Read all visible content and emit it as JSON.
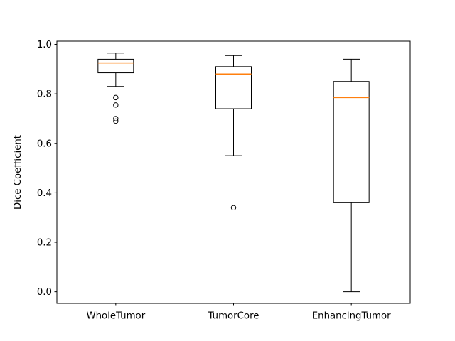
{
  "figure": {
    "background": "#ffffff"
  },
  "chart_data": {
    "type": "boxplot",
    "title": "",
    "xlabel": "",
    "ylabel": "Dice Coefficient",
    "categories": [
      "WholeTumor",
      "TumorCore",
      "EnhancingTumor"
    ],
    "yticks": [
      0.0,
      0.2,
      0.4,
      0.6,
      0.8,
      1.0
    ],
    "ytick_labels": [
      "0.0",
      "0.2",
      "0.4",
      "0.6",
      "0.8",
      "1.0"
    ],
    "ylim": [
      -0.047,
      1.013
    ],
    "grid": false,
    "legend": false,
    "series": [
      {
        "name": "WholeTumor",
        "whisker_low": 0.83,
        "q1": 0.885,
        "median": 0.925,
        "q3": 0.94,
        "whisker_high": 0.965,
        "outliers": [
          0.785,
          0.755,
          0.7,
          0.69
        ]
      },
      {
        "name": "TumorCore",
        "whisker_low": 0.55,
        "q1": 0.74,
        "median": 0.88,
        "q3": 0.91,
        "whisker_high": 0.955,
        "outliers": [
          0.34
        ]
      },
      {
        "name": "EnhancingTumor",
        "whisker_low": 0.0,
        "q1": 0.36,
        "median": 0.785,
        "q3": 0.85,
        "whisker_high": 0.94,
        "outliers": []
      }
    ],
    "colors": {
      "box_edge": "#000000",
      "median": "#ff7f0e",
      "whisker": "#000000",
      "outlier_edge": "#000000",
      "spine": "#000000",
      "background": "#ffffff"
    }
  }
}
